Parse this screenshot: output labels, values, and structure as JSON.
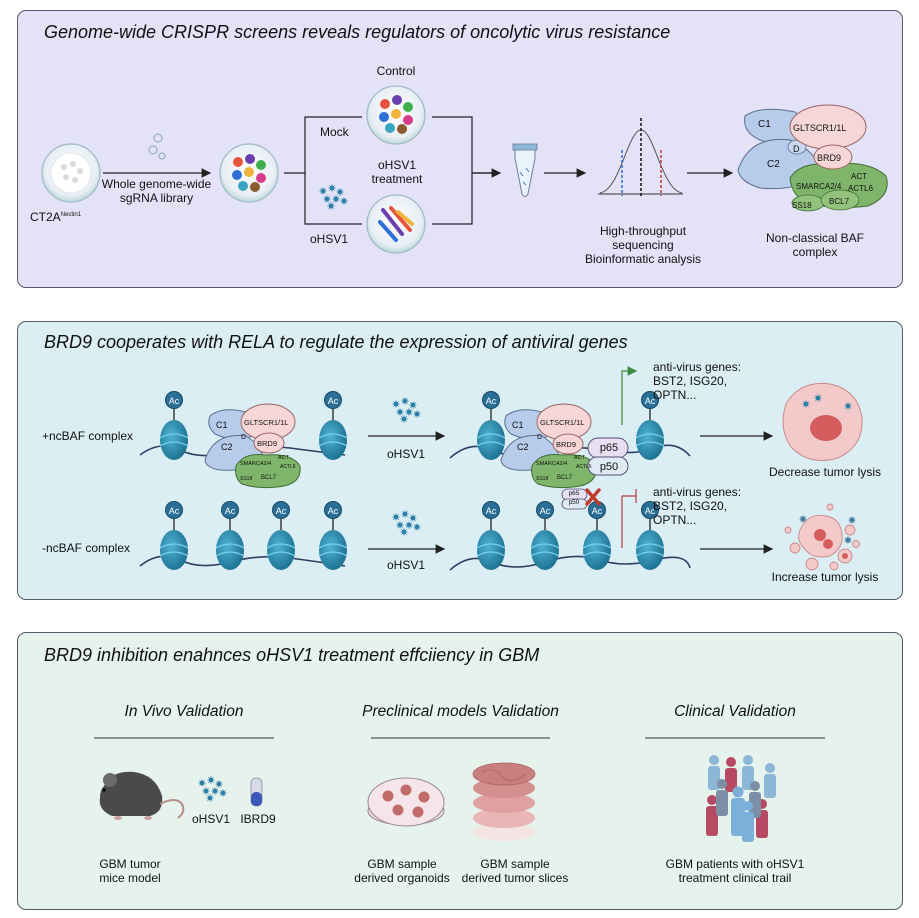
{
  "panel1": {
    "title": "Genome-wide CRISPR screens reveals regulators of oncolytic virus resistance",
    "cell_line": "CT2A",
    "cell_line_sup": "Nectin1",
    "library_label_1": "Whole genome-wide",
    "library_label_2": "sgRNA library",
    "control": "Control",
    "mock": "Mock",
    "ohsv1": "oHSV1",
    "treatment_1": "oHSV1",
    "treatment_2": "treatment",
    "seq_1": "High-throughput",
    "seq_2": "sequencing",
    "seq_3": "Bioinformatic analysis",
    "baf_1": "Non-classical BAF",
    "baf_2": "complex",
    "complex": {
      "c1": "C1",
      "c2": "C2",
      "d": "D",
      "gltscr": "GLTSCR1/1L",
      "brd9": "BRD9",
      "smarca": "SMARCA2/4",
      "act": "ACT",
      "actl6": "ACTL6",
      "ss18": "SS18",
      "bcl7": "BCL7"
    }
  },
  "panel2": {
    "title": "BRD9 cooperates with RELA to regulate the expression of antiviral genes",
    "plus_row": "+ncBAF complex",
    "minus_row": "-ncBAF complex",
    "ohsv1": "oHSV1",
    "ac": "Ac",
    "antivirus_1": "anti-virus genes:",
    "antivirus_2": "BST2, ISG20,",
    "antivirus_3": "OPTN...",
    "p65": "p65",
    "p50": "p50",
    "decrease": "Decrease tumor lysis",
    "increase": "Increase tumor lysis",
    "complex": {
      "c1": "C1",
      "c2": "C2",
      "d": "D",
      "gltscr": "GLTSCR1/1L",
      "brd9": "BRD9",
      "smarca": "SMARCA2/4",
      "act": "ACT",
      "actl6": "ACTL6",
      "ss18": "SS18",
      "bcl7": "BCL7"
    }
  },
  "panel3": {
    "title": "BRD9 inhibition enahnces oHSV1 treatment effciiency in GBM",
    "in_vivo": "In Vivo Validation",
    "preclinical": "Preclinical models Validation",
    "clinical": "Clinical Validation",
    "ohsv1": "oHSV1",
    "ibrd9": "IBRD9",
    "mice_1": "GBM tumor",
    "mice_2": "mice model",
    "org_1": "GBM sample",
    "org_2": "derived organoids",
    "slice_1": "GBM sample",
    "slice_2": "derived tumor slices",
    "clin_1": "GBM patients with oHSV1",
    "clin_2": "treatment clinical trail"
  },
  "colors": {
    "panel1_bg": "#e3e2f7",
    "panel2_bg": "#daeef4",
    "panel3_bg": "#e6f2ec",
    "nucleosome": "#2a8fb0",
    "complex_blue": "#b7cbea",
    "complex_pink": "#f6d6d6",
    "complex_green": "#7fb56a"
  }
}
